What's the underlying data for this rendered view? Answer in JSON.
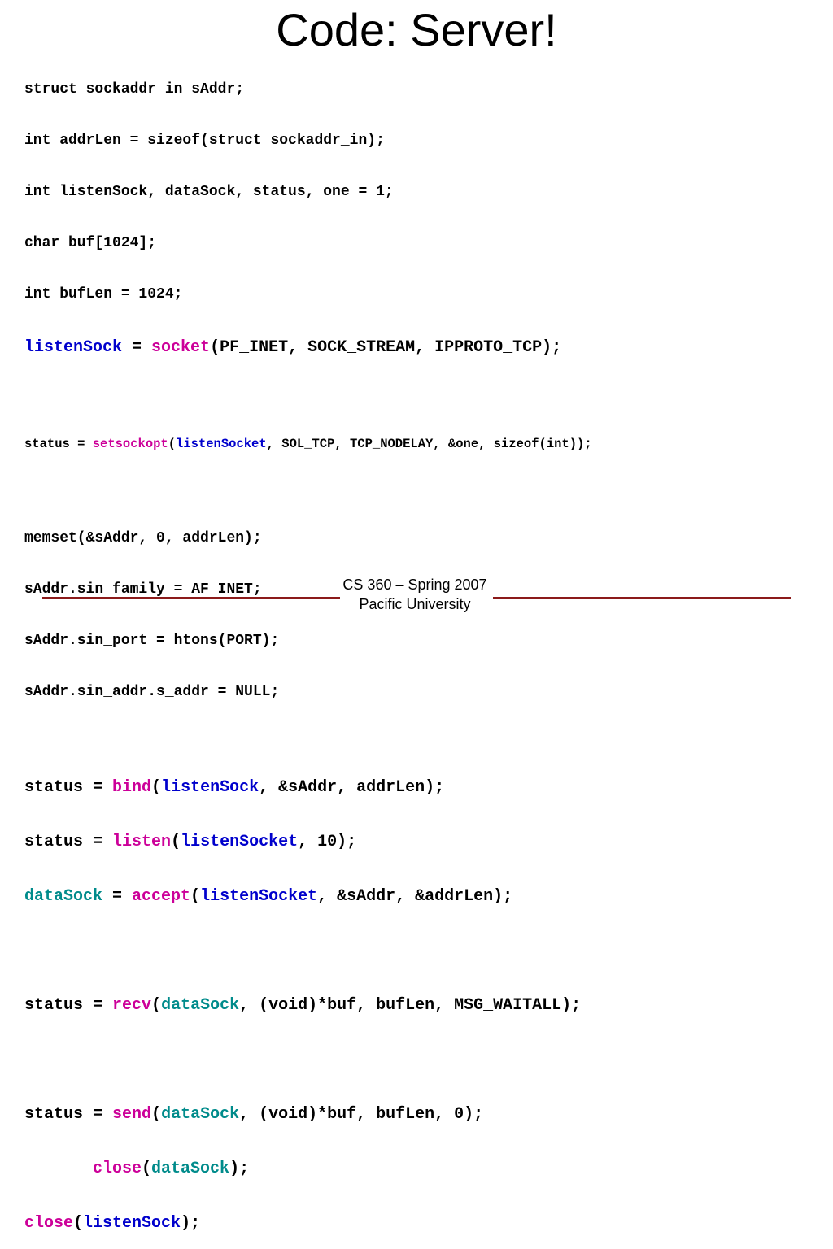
{
  "title": "Code: Server!",
  "code": {
    "decl1": "struct sockaddr_in sAddr;",
    "decl2": "int addrLen = sizeof(struct sockaddr_in);",
    "decl3": "int listenSock, dataSock, status, one = 1;",
    "decl4": "char buf[1024];",
    "decl5": "int bufLen = 1024;",
    "sock_var": "listenSock",
    "sock_eq": " = ",
    "sock_fn": "socket",
    "sock_args": "(PF_INET, SOCK_STREAM, IPPROTO_TCP);",
    "opt_lhs": "status = ",
    "opt_fn": "setsockopt",
    "opt_open": "(",
    "opt_var": "listenSocket",
    "opt_args": ", SOL_TCP, TCP_NODELAY, &one, sizeof(int));",
    "mem1": "memset(&sAddr, 0, addrLen);",
    "mem2": "sAddr.sin_family = AF_INET;",
    "mem3": "sAddr.sin_port = htons(PORT);",
    "mem4": "sAddr.sin_addr.s_addr = NULL;",
    "bind_lhs": "status = ",
    "bind_fn": "bind",
    "bind_open": "(",
    "bind_var": "listenSock",
    "bind_args": ", &sAddr, addrLen);",
    "listen_lhs": "status = ",
    "listen_fn": "listen",
    "listen_open": "(",
    "listen_var": "listenSocket",
    "listen_args": ", 10);",
    "accept_var": "dataSock",
    "accept_eq": " = ",
    "accept_fn": "accept",
    "accept_open": "(",
    "accept_arg": "listenSocket",
    "accept_args": ", &sAddr, &addrLen);",
    "recv_lhs": "status = ",
    "recv_fn": "recv",
    "recv_open": "(",
    "recv_var": "dataSock",
    "recv_args": ", (void)*buf, bufLen, MSG_WAITALL);",
    "send_lhs": "status = ",
    "send_fn": "send",
    "send_open": "(",
    "send_var": "dataSock",
    "send_args": ", (void)*buf, bufLen, 0);",
    "close1_indent": "       ",
    "close1_fn": "close",
    "close1_open": "(",
    "close1_var": "dataSock",
    "close1_end": ");",
    "close2_fn": "close",
    "close2_open": "(",
    "close2_var": "listenSock",
    "close2_end": ");"
  },
  "footer": {
    "course": "CS 360 – Spring 2007",
    "university": "Pacific University"
  },
  "colors": {
    "keyword_blue": "#0000cc",
    "function_magenta": "#cc0099",
    "variable_teal": "#008b8b",
    "footer_rule": "#8b1a1a"
  }
}
